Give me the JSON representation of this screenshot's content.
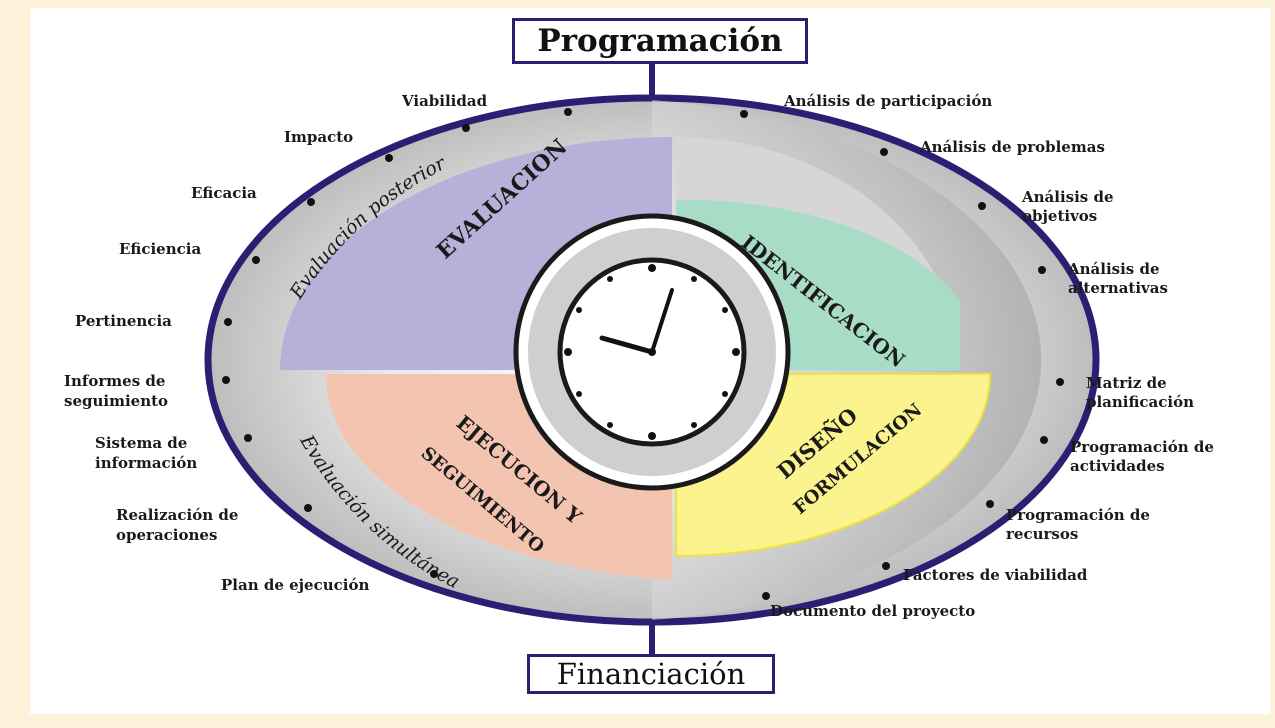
{
  "top_box": "Programación",
  "bottom_box": "Financiación",
  "ring_text": {
    "upper": "Evaluación posterior",
    "lower": "Evaluación simultánea"
  },
  "quadrants": {
    "evaluacion": "EVALUACION",
    "identificacion": "IDENTIFICACION",
    "diseno_line1": "DISEÑO",
    "diseno_line2": "FORMULACION",
    "ejecucion_line1": "EJECUCION Y",
    "ejecucion_line2": "SEGUIMIENTO"
  },
  "left_labels": {
    "viabilidad": "Viabilidad",
    "impacto": "Impacto",
    "eficacia": "Eficacia",
    "eficiencia": "Eficiencia",
    "pertinencia": "Pertinencia",
    "informes_1": "Informes de",
    "informes_2": "seguimiento",
    "sistema_1": "Sistema de",
    "sistema_2": "información",
    "realizacion_1": "Realización de",
    "realizacion_2": "operaciones",
    "plan": "Plan de ejecución"
  },
  "right_labels": {
    "participacion": "Análisis de participación",
    "problemas": "Análisis de problemas",
    "objetivos_1": "Análisis de",
    "objetivos_2": "objetivos",
    "alternativas_1": "Análisis de",
    "alternativas_2": "alternativas",
    "matriz_1": "Matriz de",
    "matriz_2": "planificación",
    "actividades_1": "Programación de",
    "actividades_2": "actividades",
    "recursos_1": "Programación de",
    "recursos_2": "recursos",
    "factores": "Factores de viabilidad",
    "documento": "Documento del proyecto"
  },
  "colors": {
    "ring_border": "#2b1f74",
    "evaluacion": "#b7b0d9",
    "identificacion": "#a9dcc7",
    "diseno": "#fbf38e",
    "ejecucion": "#f3c4b0"
  }
}
